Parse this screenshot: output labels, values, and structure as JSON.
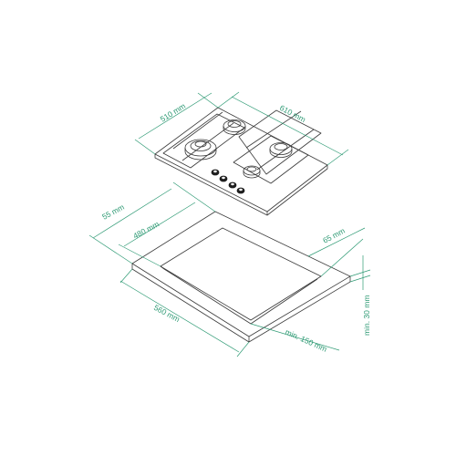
{
  "colors": {
    "background": "#ffffff",
    "outline": "#3a3a3a",
    "dimension": "#2e9a74"
  },
  "hob_dimensions": {
    "depth": "510 mm",
    "width": "610 mm"
  },
  "cutout_dimensions": {
    "top_margin": "55 mm",
    "cutout_depth": "480 mm",
    "side_margin": "65 mm",
    "cutout_width": "560 mm",
    "min_front": "min. 150 mm",
    "min_thickness": "min. 30 mm"
  }
}
